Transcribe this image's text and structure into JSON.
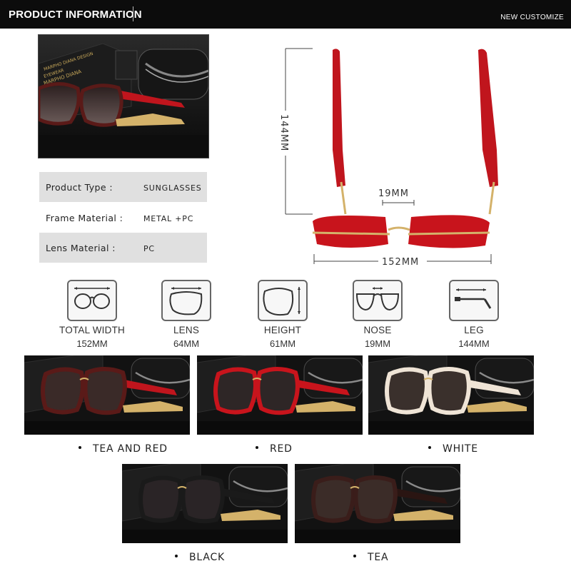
{
  "header": {
    "title": "PRODUCT INFORMATION",
    "right_text": "NEW CUSTOMIZE"
  },
  "main_photo": {
    "brand_lines": [
      "MARPHO DIANA DESIGN",
      "EYEWEAR",
      "MARPHO DIANA"
    ]
  },
  "specs": [
    {
      "label": "Product Type :",
      "value": "SUNGLASSES"
    },
    {
      "label": "Frame Material :",
      "value": "METAL +PC"
    },
    {
      "label": "Lens Material :",
      "value": "PC"
    }
  ],
  "dimensions": {
    "height": "144MM",
    "bridge": "19MM",
    "width": "152MM"
  },
  "icons": [
    {
      "name": "TOTAL WIDTH",
      "value": "152MM"
    },
    {
      "name": "LENS",
      "value": "64MM"
    },
    {
      "name": "HEIGHT",
      "value": "61MM"
    },
    {
      "name": "NOSE",
      "value": "19MM"
    },
    {
      "name": "LEG",
      "value": "144MM"
    }
  ],
  "variants": [
    {
      "label": "TEA AND RED",
      "frame_color": "#5a1a18",
      "temple_color": "#c0151d",
      "lens_color": "#3a2a28"
    },
    {
      "label": "RED",
      "frame_color": "#c8141c",
      "temple_color": "#c8141c",
      "lens_color": "#2e2626"
    },
    {
      "label": "WHITE",
      "frame_color": "#efe4d6",
      "temple_color": "#efe4d6",
      "lens_color": "#3a302c"
    },
    {
      "label": "BLACK",
      "frame_color": "#1a1a1a",
      "temple_color": "#1a1a1a",
      "lens_color": "#2a2426"
    },
    {
      "label": "TEA",
      "frame_color": "#3a1d1a",
      "temple_color": "#2a1512",
      "lens_color": "#3b2c28"
    }
  ],
  "colors": {
    "header_bg": "#0c0c0c",
    "spec_shade": "#e0e0e0",
    "frame_red": "#c8141c",
    "gold": "#d4b26a"
  }
}
